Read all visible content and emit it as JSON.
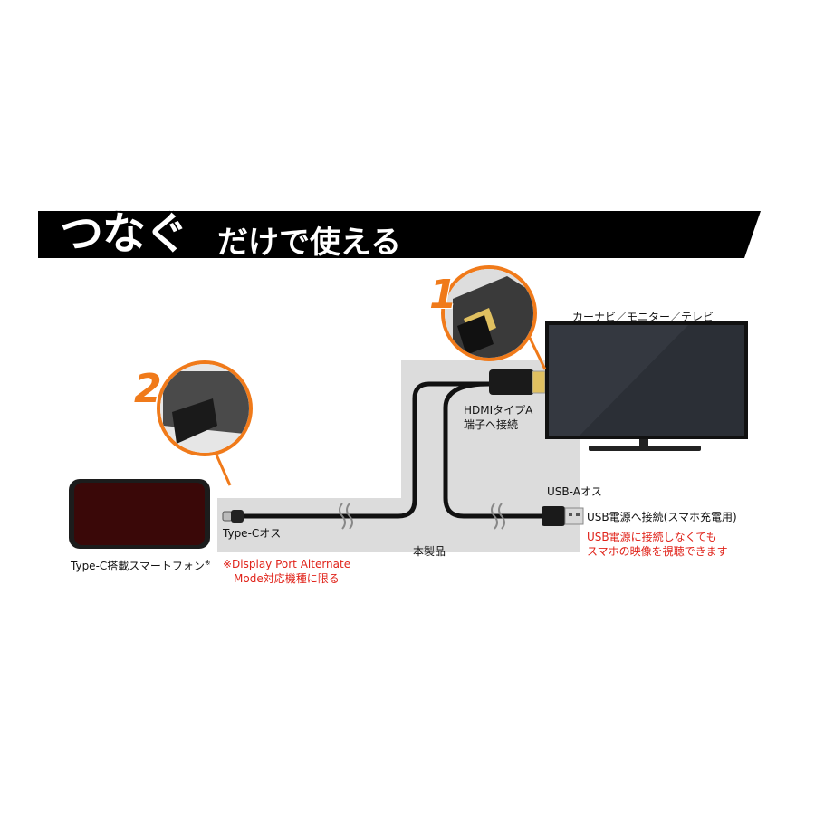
{
  "headline": {
    "main": "つなぐ",
    "rest": "だけで使える"
  },
  "steps": {
    "one": "1",
    "two": "2"
  },
  "labels": {
    "tv": "カーナビ／モニター／テレビ",
    "hdmi_line1": "HDMIタイプA",
    "hdmi_line2": "端子へ接続",
    "usb_a": "USB-Aオス",
    "usb_power": "USB電源へ接続(スマホ充電用)",
    "usb_note_line1": "USB電源に接続しなくても",
    "usb_note_line2": "スマホの映像を視聴できます",
    "type_c": "Type-Cオス",
    "product": "本製品",
    "smartphone": "Type-C搭載スマートフォン",
    "smartphone_mark": "※",
    "dp_note_line1": "※Display Port Alternate",
    "dp_note_line2": "Mode対応機種に限る"
  },
  "colors": {
    "accent_orange": "#f07a1a",
    "note_red": "#e0231a",
    "panel_gray": "#d9d9d9"
  }
}
